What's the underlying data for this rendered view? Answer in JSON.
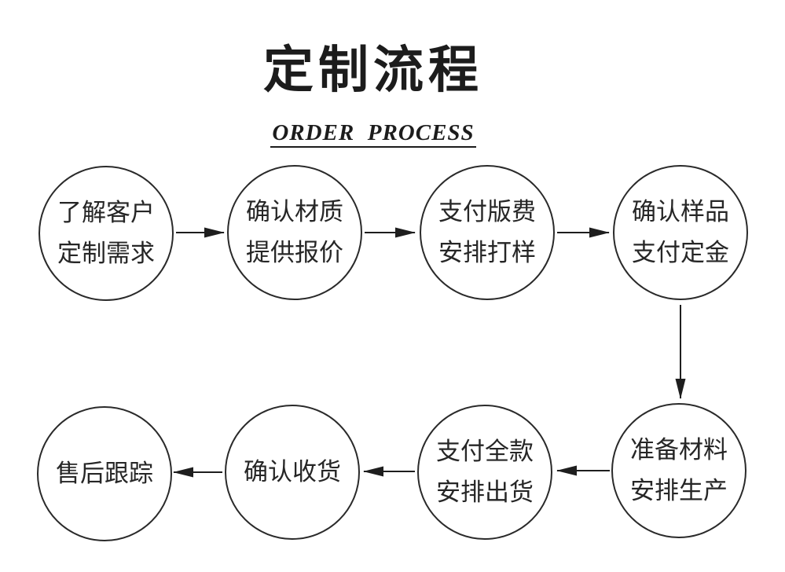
{
  "title": {
    "main": "定制流程",
    "subtitle": "ORDER  PROCESS"
  },
  "flow": {
    "steps": [
      {
        "id": 1,
        "line1": "了解客户",
        "line2": "定制需求"
      },
      {
        "id": 2,
        "line1": "确认材质",
        "line2": "提供报价"
      },
      {
        "id": 3,
        "line1": "支付版费",
        "line2": "安排打样"
      },
      {
        "id": 4,
        "line1": "确认样品",
        "line2": "支付定金"
      },
      {
        "id": 5,
        "line1": "准备材料",
        "line2": "安排生产"
      },
      {
        "id": 6,
        "line1": "支付全款",
        "line2": "安排出货"
      },
      {
        "id": 7,
        "line1": "确认收货",
        "line2": ""
      },
      {
        "id": 8,
        "line1": "售后跟踪",
        "line2": ""
      }
    ],
    "connections": [
      {
        "from": 1,
        "to": 2,
        "direction": "right"
      },
      {
        "from": 2,
        "to": 3,
        "direction": "right"
      },
      {
        "from": 3,
        "to": 4,
        "direction": "right"
      },
      {
        "from": 4,
        "to": 5,
        "direction": "down"
      },
      {
        "from": 5,
        "to": 6,
        "direction": "left"
      },
      {
        "from": 6,
        "to": 7,
        "direction": "left"
      },
      {
        "from": 7,
        "to": 8,
        "direction": "left"
      }
    ]
  },
  "colors": {
    "ink": "#1e1e1e",
    "background": "#ffffff"
  }
}
